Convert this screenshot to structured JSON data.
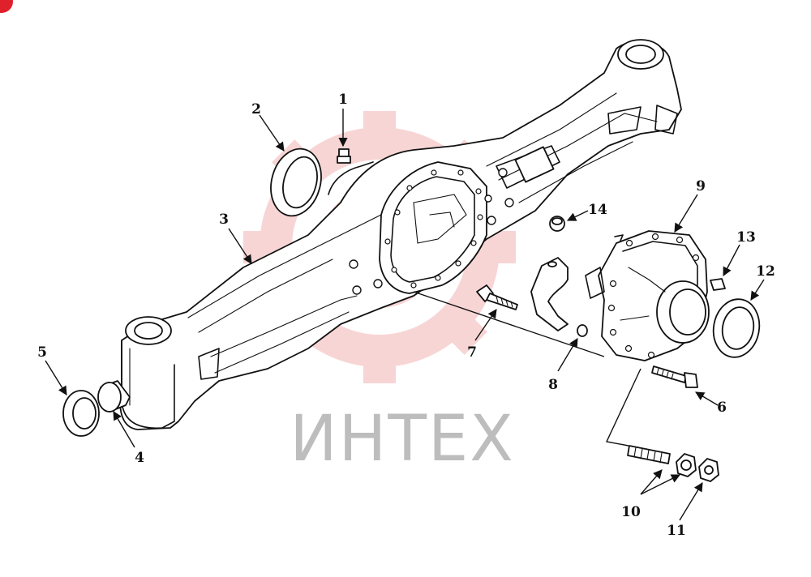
{
  "watermark": {
    "text": "ИНТЕХ",
    "gear_color": "#f3b3b3",
    "text_color": "#bdbdbd"
  },
  "corner_badge_color": "#e0202a",
  "callouts": [
    "1",
    "2",
    "3",
    "4",
    "5",
    "6",
    "7",
    "8",
    "9",
    "10",
    "11",
    "12",
    "13",
    "14"
  ]
}
